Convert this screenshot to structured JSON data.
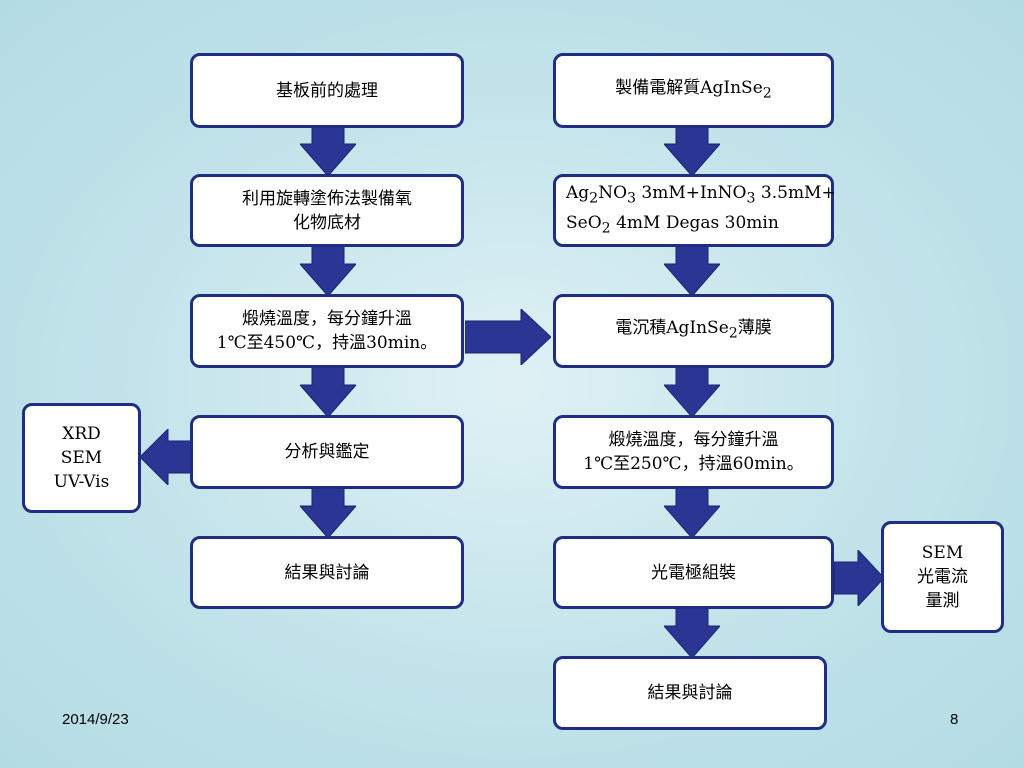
{
  "colors": {
    "box_border": "#1f2d83",
    "arrow_fill": "#2b3594",
    "background": "#c2e3ea"
  },
  "left_column": {
    "step1": "基板前的處理",
    "step2": "利用旋轉塗佈法製備氧\n化物底材",
    "step3": "煅燒溫度，每分鐘升溫\n1℃至450℃，持溫30min。",
    "step4": "分析與鑑定",
    "step5": "結果與討論"
  },
  "right_column": {
    "step1_prefix": "製備電解質AgInSe",
    "step1_sub": "2",
    "step2": {
      "l1_a": "Ag",
      "l1_a_sub": "2",
      "l1_b": "NO",
      "l1_b_sub": "3",
      "l1_c": " 3mM+InNO",
      "l1_c_sub": "3",
      "l1_d": " 3.5mM+",
      "l2_a": "SeO",
      "l2_a_sub": "2",
      "l2_b": " 4mM Degas 30min"
    },
    "step3_prefix": "電沉積AgInSe",
    "step3_sub": "2",
    "step3_suffix": "薄膜",
    "step4": "煅燒溫度，每分鐘升溫\n1℃至250℃，持溫60min。",
    "step5": "光電極組裝",
    "step6": "結果與討論"
  },
  "side_boxes": {
    "analysis": "XRD\nSEM\nUV-Vis",
    "photocurrent": "SEM\n光電流\n量測"
  },
  "footer": {
    "date": "2014/9/23",
    "page": "8"
  }
}
